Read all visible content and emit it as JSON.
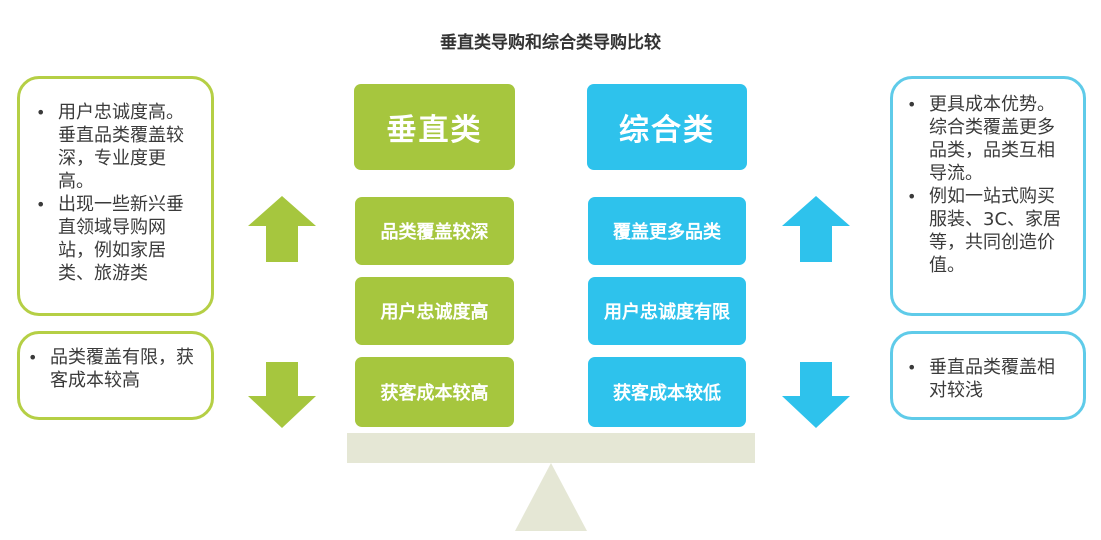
{
  "title": "垂直类导购和综合类导购比较",
  "vertical": {
    "header": "垂直类",
    "items": [
      "品类覆盖较深",
      "用户忠诚度高",
      "获客成本较高"
    ],
    "pros": [
      "用户忠诚度高。垂直品类覆盖较深，专业度更高。",
      "出现一些新兴垂直领域导购网站，例如家居类、旅游类"
    ],
    "cons": [
      "品类覆盖有限，获客成本较高"
    ]
  },
  "general": {
    "header": "综合类",
    "items": [
      "覆盖更多品类",
      "用户忠诚度有限",
      "获客成本较低"
    ],
    "pros": [
      "更具成本优势。综合类覆盖更多品类，品类互相导流。",
      "例如一站式购买服装、3C、家居等，共同创造价值。"
    ],
    "cons": [
      "垂直品类覆盖相对较浅"
    ]
  },
  "colors": {
    "green": "#a6c63e",
    "green_border": "#b5cf45",
    "blue": "#2ec2ec",
    "blue_border": "#5fcbe9",
    "balance": "#e5e7d5"
  },
  "icons": {
    "up_arrow": "arrow-up-icon",
    "down_arrow": "arrow-down-icon",
    "fulcrum": "fulcrum-triangle"
  }
}
